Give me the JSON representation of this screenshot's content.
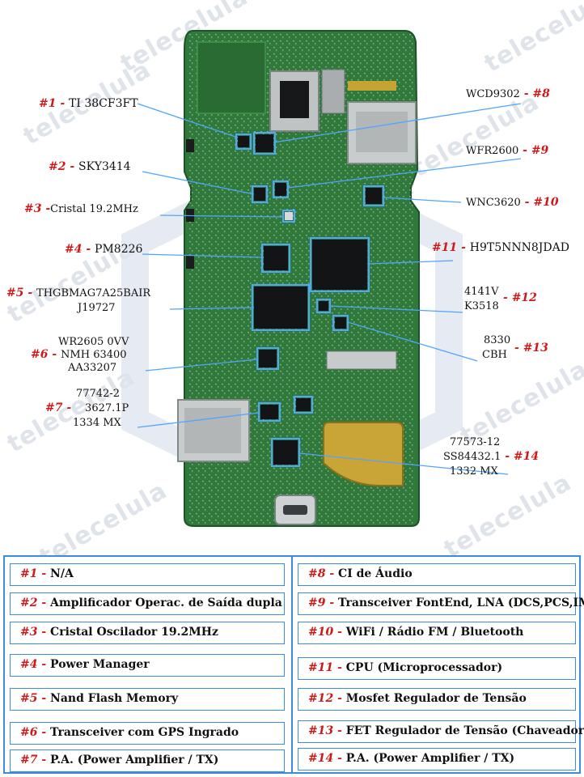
{
  "watermark": "telecelula",
  "callouts": [
    {
      "num": "#1",
      "lines": [
        "TI 38CF3FT"
      ]
    },
    {
      "num": "#2",
      "lines": [
        "SKY3414"
      ]
    },
    {
      "num": "#3",
      "lines": [
        "Cristal 19.2MHz"
      ]
    },
    {
      "num": "#4",
      "lines": [
        "PM8226"
      ]
    },
    {
      "num": "#5",
      "lines": [
        "THGBMAG7A25BAIR",
        "J19727"
      ]
    },
    {
      "num": "#6",
      "lines": [
        "WR2605 0VV",
        "NMH 63400",
        "AA33207"
      ]
    },
    {
      "num": "#7",
      "lines": [
        "77742-2",
        "3627.1P",
        "1334 MX"
      ]
    },
    {
      "num": "#8",
      "lines": [
        "WCD9302"
      ]
    },
    {
      "num": "#9",
      "lines": [
        "WFR2600"
      ]
    },
    {
      "num": "#10",
      "lines": [
        "WNC3620"
      ]
    },
    {
      "num": "#11",
      "lines": [
        "H9T5NNN8JDAD"
      ]
    },
    {
      "num": "#12",
      "lines": [
        "4141V",
        "K3518"
      ]
    },
    {
      "num": "#13",
      "lines": [
        "8330",
        "CBH"
      ]
    },
    {
      "num": "#14",
      "lines": [
        "77573-12",
        "SS84432.1",
        "1332 MX"
      ]
    }
  ],
  "legend": {
    "left": [
      {
        "num": "#1",
        "text": "N/A"
      },
      {
        "num": "#2",
        "text": "Amplificador Operac. de Saída dupla"
      },
      {
        "num": "#3",
        "text": "Cristal Oscilador 19.2MHz"
      },
      {
        "num": "#4",
        "text": "Power Manager"
      },
      {
        "num": "#5",
        "text": "Nand Flash Memory"
      },
      {
        "num": "#6",
        "text": "Transceiver com GPS Ingrado"
      },
      {
        "num": "#7",
        "text": "P.A.  (Power Amplifier / TX)"
      }
    ],
    "right": [
      {
        "num": "#8",
        "text": "CI de Áudio"
      },
      {
        "num": "#9",
        "text": "Transceiver FontEnd, LNA (DCS,PCS,IMT)"
      },
      {
        "num": "#10",
        "text": "WiFi / Rádio FM / Bluetooth"
      },
      {
        "num": "#11",
        "text": "CPU (Microprocessador)"
      },
      {
        "num": "#12",
        "text": "Mosfet Regulador de Tensão"
      },
      {
        "num": "#13",
        "text": "FET Regulador de Tensão (Chaveador)"
      },
      {
        "num": "#14",
        "text": "P.A.  (Power Amplifier / TX)"
      }
    ]
  }
}
